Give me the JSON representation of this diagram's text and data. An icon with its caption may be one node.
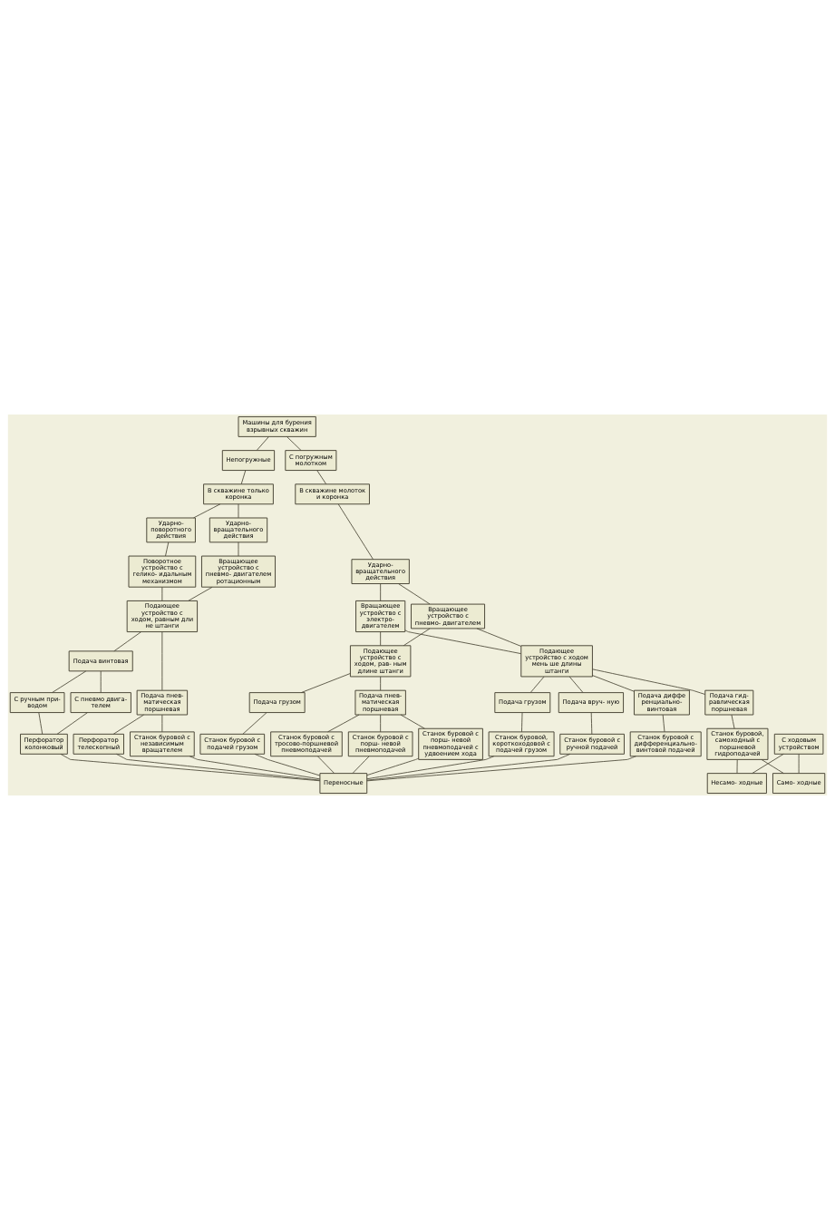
{
  "diagram": {
    "nodes": [
      {
        "text": [
          "Машины для бурения взрывных скважин"
        ]
      },
      {
        "text": [
          "Непогружные"
        ]
      },
      {
        "text": [
          "В скважине только коронка"
        ]
      },
      {
        "text": [
          "С погружным молотком"
        ]
      },
      {
        "text": [
          "В скважине молоток и коронка"
        ]
      },
      {
        "text": [
          "Ударно- поворотного действия"
        ]
      },
      {
        "text": [
          "Ударно- вращательного действия"
        ]
      },
      {
        "text": [
          "Ударно- вращательного действия"
        ]
      },
      {
        "text": [
          "Поворотное устройство с гелико- идальным механизмом"
        ]
      },
      {
        "text": [
          "Вращающее устройство с пневмо- двигателем ротационным"
        ]
      },
      {
        "text": [
          "Вращающее устройство с электро- двигателем"
        ]
      },
      {
        "text": [
          "Вращающее устройство с пневмо- двигателем"
        ]
      },
      {
        "text": [
          "Подающее устройство с ходом, равным дли не штанги"
        ]
      },
      {
        "text": [
          "Подающее устройство с ходом, рав- ным длине штанги"
        ]
      },
      {
        "text": [
          "Подающее устройство с ходом мень ше длины штанги"
        ]
      },
      {
        "text": [
          "Подача винтовая"
        ]
      },
      {
        "text": [
          "Подача пнев- матическая поршневая"
        ]
      },
      {
        "text": [
          "С ручным при- водом"
        ]
      },
      {
        "text": [
          "С пневмо двига- телем"
        ]
      },
      {
        "text": [
          "Подача грузом"
        ]
      },
      {
        "text": [
          "Подача пнев- матическая поршневая"
        ]
      },
      {
        "text": [
          "Подача вруч- ную"
        ]
      },
      {
        "text": [
          "Подача диффе ренциально- винтовая"
        ]
      },
      {
        "text": [
          "Подача грузом"
        ]
      },
      {
        "text": [
          "Подача гид- равлическая поршневая"
        ]
      },
      {
        "text": [
          "Перфоратор колонковый"
        ]
      },
      {
        "text": [
          "Перфоратор телескопный"
        ]
      },
      {
        "text": [
          "Станок буровой с независимым вращателем"
        ]
      },
      {
        "text": [
          "Станок буровой с подачей грузом"
        ]
      },
      {
        "text": [
          "Станок буровой с порш- невой пневмоподачей"
        ]
      },
      {
        "text": [
          "Станок буровой с порш- невой пневмоподачей с удвоением хода"
        ]
      },
      {
        "text": [
          "Станок буровой с тросово-поршневой пневмоподачей"
        ]
      },
      {
        "text": [
          "Станок буровой с ручной подачей"
        ]
      },
      {
        "text": [
          "Станок буровой с дифференциально- винтовой подачей"
        ]
      },
      {
        "text": [
          "Станок буровой, короткоходовой с подачей грузом"
        ]
      },
      {
        "text": [
          "Станок буровой, самоходный с поршневой гидроподачей"
        ]
      },
      {
        "text": [
          "Переносные"
        ]
      },
      {
        "text": [
          "С ходовым устройством"
        ]
      },
      {
        "text": [
          "Несамо- ходные"
        ]
      },
      {
        "text": [
          "Само- ходные"
        ]
      }
    ],
    "edges": [
      {
        "from": 0,
        "to": 1,
        "arrow": "none"
      },
      {
        "from": 0,
        "to": 3,
        "arrow": "none"
      },
      {
        "from": 1,
        "to": 2,
        "arrow": "none"
      },
      {
        "from": 3,
        "to": 4,
        "arrow": "none"
      },
      {
        "from": 2,
        "to": 5,
        "arrow": "none"
      },
      {
        "from": 2,
        "to": 6,
        "arrow": "none"
      },
      {
        "from": 4,
        "to": 7,
        "arrow": "none"
      },
      {
        "from": 5,
        "to": 8,
        "arrow": "none"
      },
      {
        "from": 6,
        "to": 9,
        "arrow": "none"
      },
      {
        "from": 7,
        "to": 10,
        "arrow": "none"
      },
      {
        "from": 7,
        "to": 11,
        "arrow": "none"
      },
      {
        "from": 8,
        "to": 12,
        "arrow": "none"
      },
      {
        "from": 9,
        "to": 12,
        "arrow": "none"
      },
      {
        "from": 10,
        "to": 13,
        "arrow": "none"
      },
      {
        "from": 10,
        "to": 14,
        "arrow": "none"
      },
      {
        "from": 11,
        "to": 13,
        "arrow": "none"
      },
      {
        "from": 11,
        "to": 14,
        "arrow": "none"
      },
      {
        "from": 12,
        "to": 15,
        "arrow": "none"
      },
      {
        "from": 12,
        "to": 16,
        "arrow": "none"
      },
      {
        "from": 15,
        "to": 17,
        "arrow": "none"
      },
      {
        "from": 15,
        "to": 18,
        "arrow": "none"
      },
      {
        "from": 13,
        "to": 19,
        "arrow": "none"
      },
      {
        "from": 13,
        "to": 20,
        "arrow": "none"
      },
      {
        "from": 14,
        "to": 21,
        "arrow": "none"
      },
      {
        "from": 14,
        "to": 22,
        "arrow": "none"
      },
      {
        "from": 14,
        "to": 23,
        "arrow": "none"
      },
      {
        "from": 14,
        "to": 24,
        "arrow": "none"
      },
      {
        "from": 17,
        "to": 25,
        "arrow": "none"
      },
      {
        "from": 18,
        "to": 25,
        "arrow": "none"
      },
      {
        "from": 16,
        "to": 26,
        "arrow": "none"
      },
      {
        "from": 16,
        "to": 27,
        "arrow": "none"
      },
      {
        "from": 19,
        "to": 28,
        "arrow": "none"
      },
      {
        "from": 20,
        "to": 29,
        "arrow": "none"
      },
      {
        "from": 20,
        "to": 30,
        "arrow": "none"
      },
      {
        "from": 20,
        "to": 31,
        "arrow": "none"
      },
      {
        "from": 21,
        "to": 32,
        "arrow": "none"
      },
      {
        "from": 22,
        "to": 33,
        "arrow": "none"
      },
      {
        "from": 23,
        "to": 34,
        "arrow": "none"
      },
      {
        "from": 24,
        "to": 35,
        "arrow": "none"
      },
      {
        "from": 25,
        "to": 36,
        "arrow": "none"
      },
      {
        "from": 26,
        "to": 36,
        "arrow": "none"
      },
      {
        "from": 27,
        "to": 36,
        "arrow": "none"
      },
      {
        "from": 28,
        "to": 36,
        "arrow": "none"
      },
      {
        "from": 29,
        "to": 36,
        "arrow": "none"
      },
      {
        "from": 30,
        "to": 36,
        "arrow": "none"
      },
      {
        "from": 31,
        "to": 36,
        "arrow": "none"
      },
      {
        "from": 32,
        "to": 36,
        "arrow": "none"
      },
      {
        "from": 33,
        "to": 36,
        "arrow": "none"
      },
      {
        "from": 34,
        "to": 36,
        "arrow": "none"
      },
      {
        "from": 37,
        "to": 38,
        "arrow": "none"
      },
      {
        "from": 37,
        "to": 39,
        "arrow": "none"
      },
      {
        "from": 35,
        "to": 39,
        "arrow": "none"
      },
      {
        "from": 35,
        "to": 38,
        "arrow": "none"
      }
    ]
  }
}
